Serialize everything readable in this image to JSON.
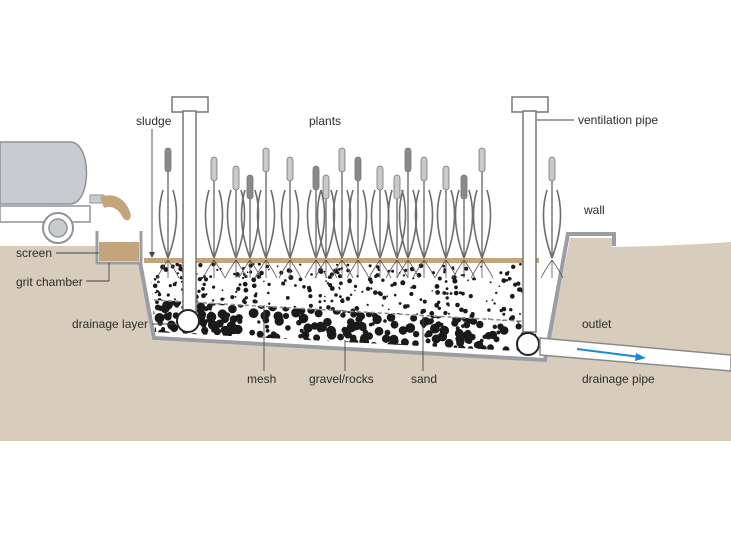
{
  "labels": {
    "sludge": "sludge",
    "plants": "plants",
    "ventilation_pipe": "ventilation pipe",
    "wall": "wall",
    "screen": "screen",
    "grit_chamber": "grit chamber",
    "drainage_layer": "drainage layer",
    "outlet": "outlet",
    "mesh": "mesh",
    "gravel_rocks": "gravel/rocks",
    "sand": "sand",
    "drainage_pipe": "drainage pipe"
  },
  "colors": {
    "soil": "#d8cdbd",
    "tank_wall": "#9a9ea2",
    "sludge": "#c4a47c",
    "plant": "#6d6d6d",
    "flow_arrow": "#1e88d2",
    "truck": "#c8cbcf"
  },
  "icons": {
    "truck": "tanker-truck-icon",
    "arrow": "flow-arrow-icon"
  }
}
